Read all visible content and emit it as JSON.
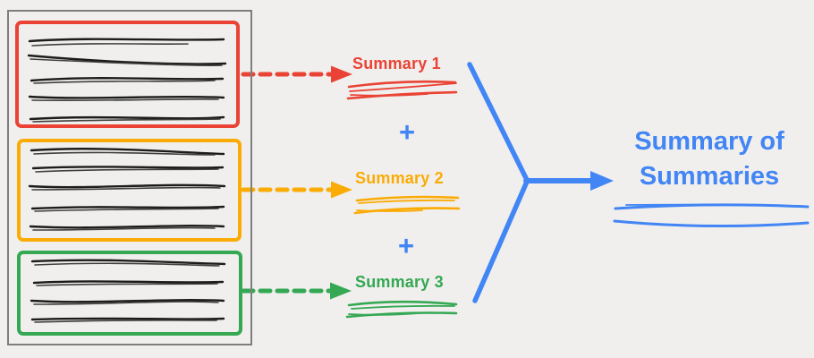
{
  "labels": {
    "summary1": "Summary 1",
    "summary2": "Summary 2",
    "summary3": "Summary 3",
    "plus": "+",
    "result": "Summary of Summaries"
  },
  "colors": {
    "bg": "#f0efed",
    "red": "#ea4335",
    "orange": "#fbab05",
    "green": "#34a853",
    "blue": "#4285f4",
    "ink": "#1c1c1c",
    "frame": "#7e7e7e"
  },
  "document": {
    "sections": [
      {
        "name": "red-section",
        "highlight_color": "#ea4335",
        "text_line_count": 5
      },
      {
        "name": "orange-section",
        "highlight_color": "#fbab05",
        "text_line_count": 5
      },
      {
        "name": "green-section",
        "highlight_color": "#34a853",
        "text_line_count": 4
      }
    ]
  }
}
